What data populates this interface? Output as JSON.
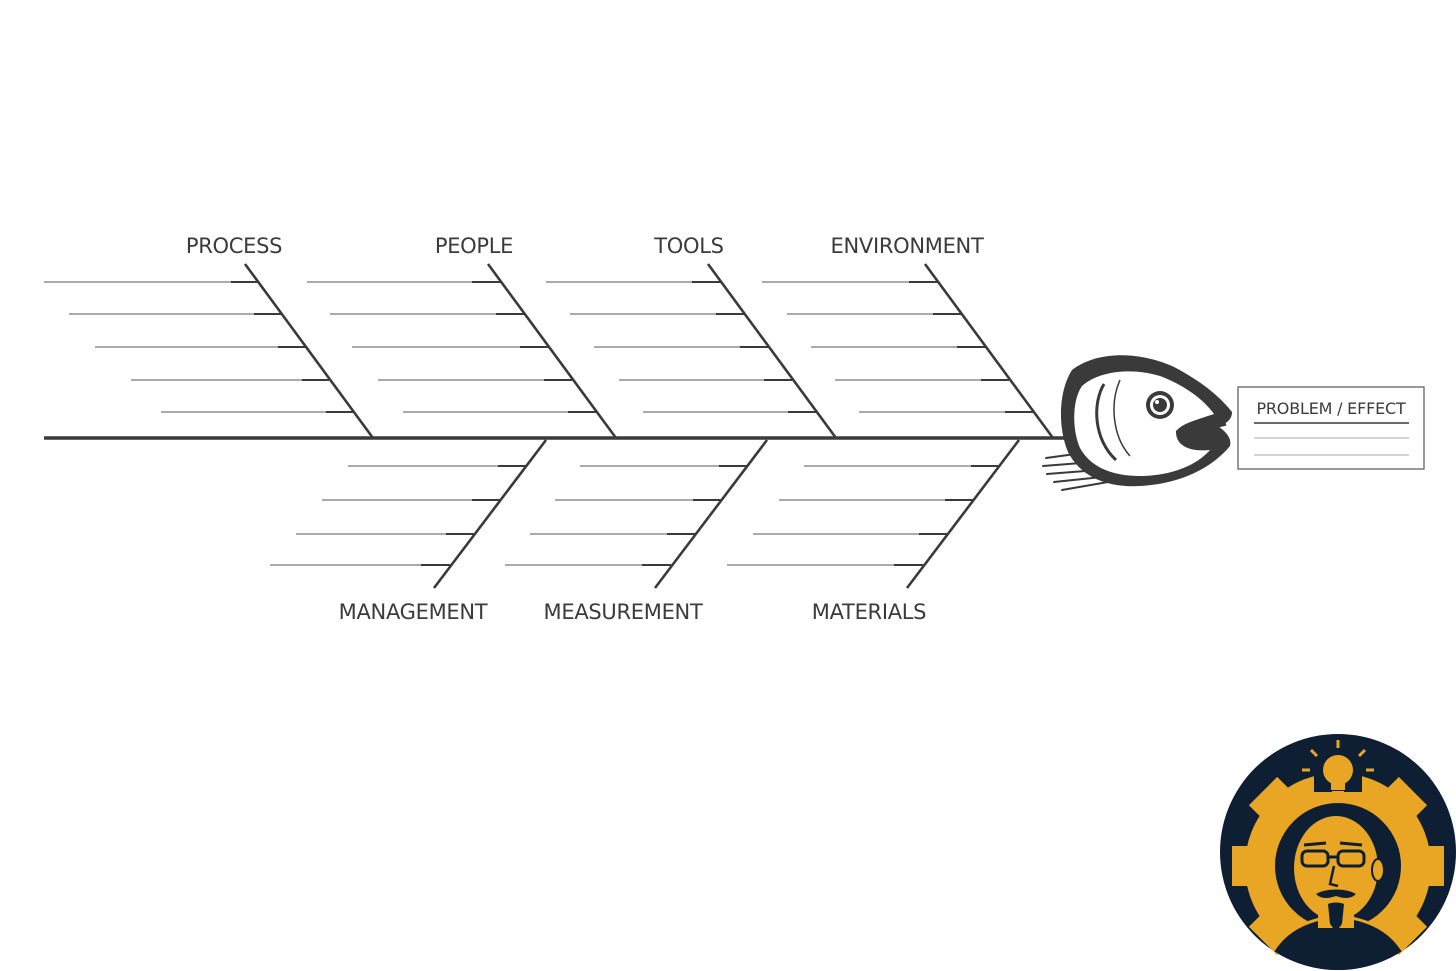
{
  "diagram": {
    "type": "fishbone",
    "categories_top": [
      "PROCESS",
      "PEOPLE",
      "TOOLS",
      "ENVIRONMENT"
    ],
    "categories_bottom": [
      "MANAGEMENT",
      "MEASUREMENT",
      "MATERIALS"
    ],
    "effect_label": "PROBLEM / EFFECT",
    "line_color": "#3a3a3a",
    "logo_colors": {
      "background": "#0f1f33",
      "accent": "#e8a624"
    }
  }
}
